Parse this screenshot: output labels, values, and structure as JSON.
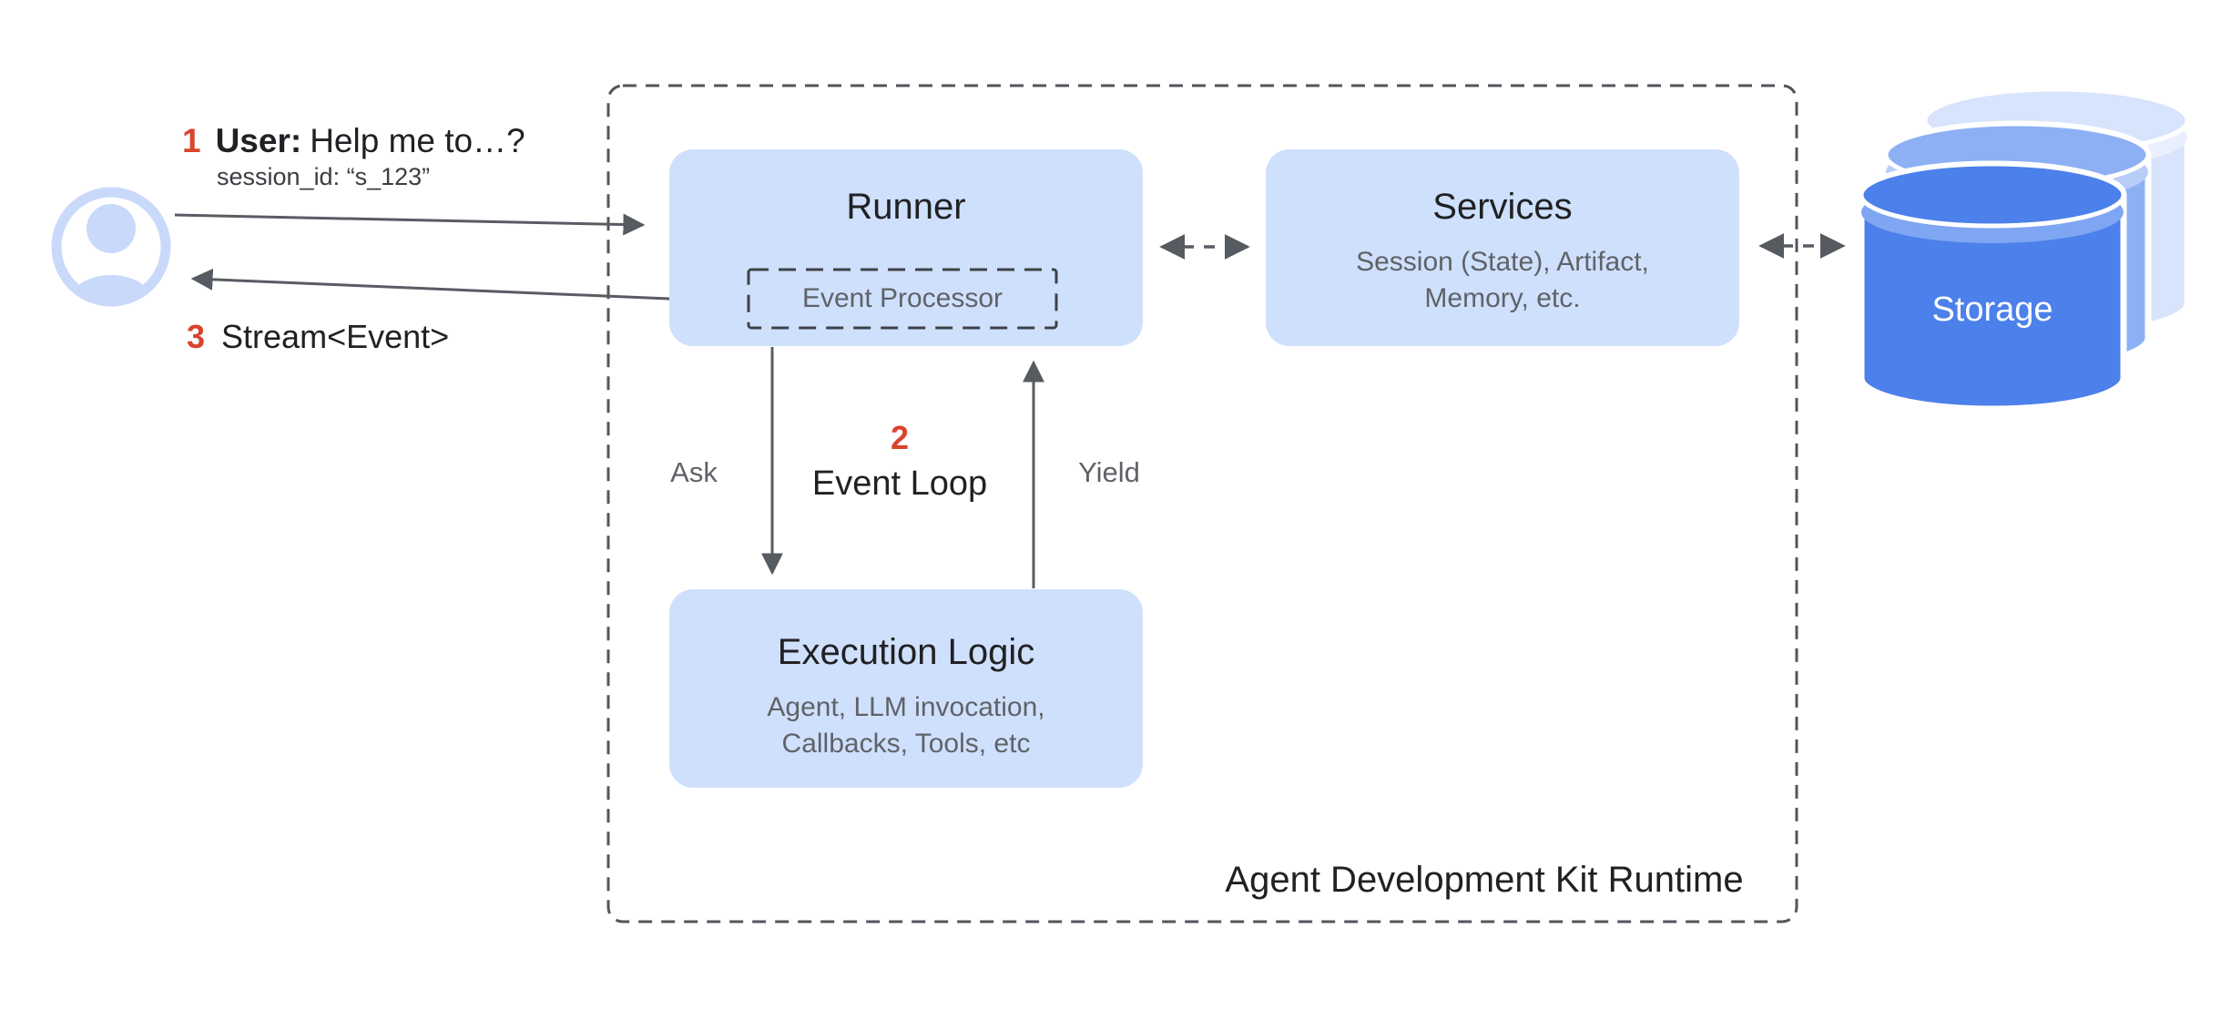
{
  "user_flow": {
    "step1_number": "1",
    "step1_label": "User:",
    "step1_text": "Help me to…?",
    "session_id": "session_id: “s_123”",
    "step3_number": "3",
    "step3_text": "Stream<Event>"
  },
  "runtime": {
    "label": "Agent Development Kit Runtime",
    "runner": {
      "title": "Runner",
      "event_processor_label": "Event Processor"
    },
    "services": {
      "title": "Services",
      "line1": "Session (State), Artifact,",
      "line2": "Memory, etc."
    },
    "execution": {
      "title": "Execution Logic",
      "line1": "Agent, LLM invocation,",
      "line2": "Callbacks, Tools, etc"
    },
    "event_loop": {
      "number": "2",
      "label": "Event Loop",
      "ask": "Ask",
      "yield": "Yield"
    }
  },
  "storage": {
    "label": "Storage"
  },
  "icons": {
    "user": "user-avatar-icon",
    "storage": "storage-database-icon"
  },
  "colors": {
    "accent_red": "#d9442c",
    "box_fill": "#cfe0fc",
    "title_text": "#202124",
    "muted_text": "#5f6368",
    "arrow_gray": "#585c63",
    "storage_front": "#4c80ea",
    "storage_middle": "#8db0f5",
    "storage_back": "#d8e3fc",
    "avatar_blue": "#c9d9f9"
  }
}
